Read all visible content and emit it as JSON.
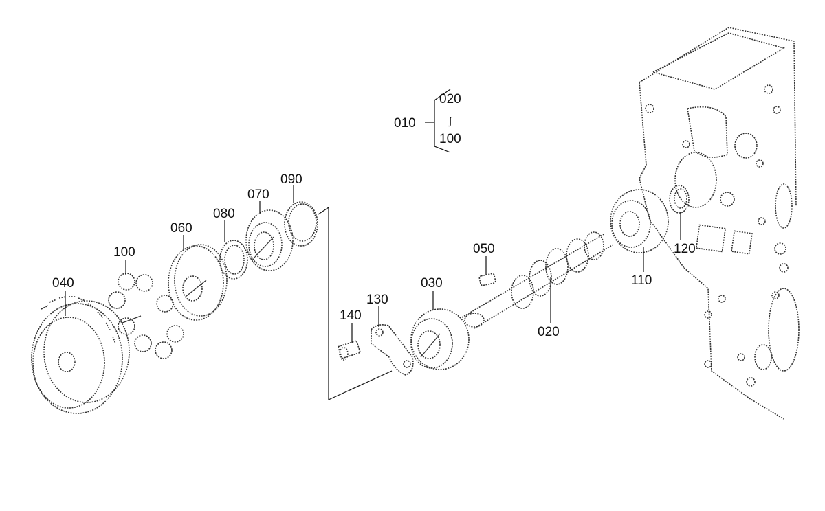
{
  "callouts": [
    {
      "id": "c040",
      "text": "040"
    },
    {
      "id": "c100",
      "text": "100"
    },
    {
      "id": "c060",
      "text": "060"
    },
    {
      "id": "c080",
      "text": "080"
    },
    {
      "id": "c070",
      "text": "070"
    },
    {
      "id": "c090",
      "text": "090"
    },
    {
      "id": "c050",
      "text": "050"
    },
    {
      "id": "c030",
      "text": "030"
    },
    {
      "id": "c130",
      "text": "130"
    },
    {
      "id": "c140",
      "text": "140"
    },
    {
      "id": "c020",
      "text": "020"
    },
    {
      "id": "c110",
      "text": "110"
    },
    {
      "id": "c120",
      "text": "120"
    }
  ],
  "assembly_bracket": {
    "parent": "010",
    "from": "020",
    "range_symbol": "∫",
    "to": "100"
  }
}
